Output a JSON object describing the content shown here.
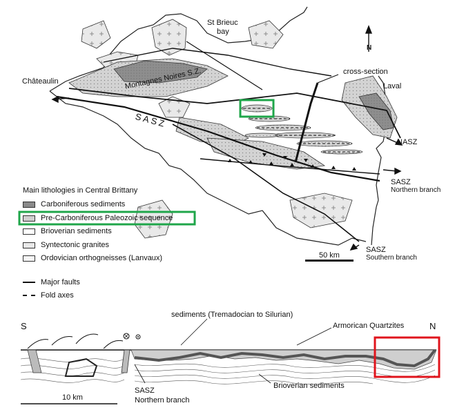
{
  "map": {
    "labels": {
      "st_brieuc": "St Brieuc",
      "bay": "bay",
      "north": "N",
      "chateaulin": "Châteaulin",
      "montagnes": "Montagnes Noires S.Z.",
      "cross_section": "cross-section",
      "laval": "Laval",
      "sasz_map": "SASZ",
      "nasz": "NASZ",
      "sasz_north": "SASZ",
      "northern_branch": "Northern branch",
      "sasz_south": "SASZ",
      "southern_branch": "Southern branch"
    },
    "scale_bar": "50 km"
  },
  "legend": {
    "title": "Main lithologies in Central Brittany",
    "items": [
      {
        "label": "Carboniferous sediments",
        "color": "#8a8a8a"
      },
      {
        "label": "Pre-Carboniferous Paleozoic sequence",
        "color": "#cfcfcf"
      },
      {
        "label": "Brioverian sediments",
        "color": "#ffffff"
      },
      {
        "label": "Syntectonic granites",
        "color": "#e8e8e8"
      },
      {
        "label": "Ordovician orthogneisses (Lanvaux)",
        "color": "#f4f4f4"
      }
    ],
    "lines": [
      {
        "label": "Major faults"
      },
      {
        "label": "Fold axes"
      }
    ]
  },
  "section": {
    "south": "S",
    "north": "N",
    "sediments": "sediments (Tremadocian to Silurian)",
    "armorican": "Armorican Quartzites",
    "brioverian": "Brioverian sediments",
    "sasz": "SASZ",
    "northern_branch": "Northern branch",
    "scale_bar": "10 km"
  },
  "highlights": {
    "green": "#1fa64a",
    "red": "#e0141c"
  }
}
